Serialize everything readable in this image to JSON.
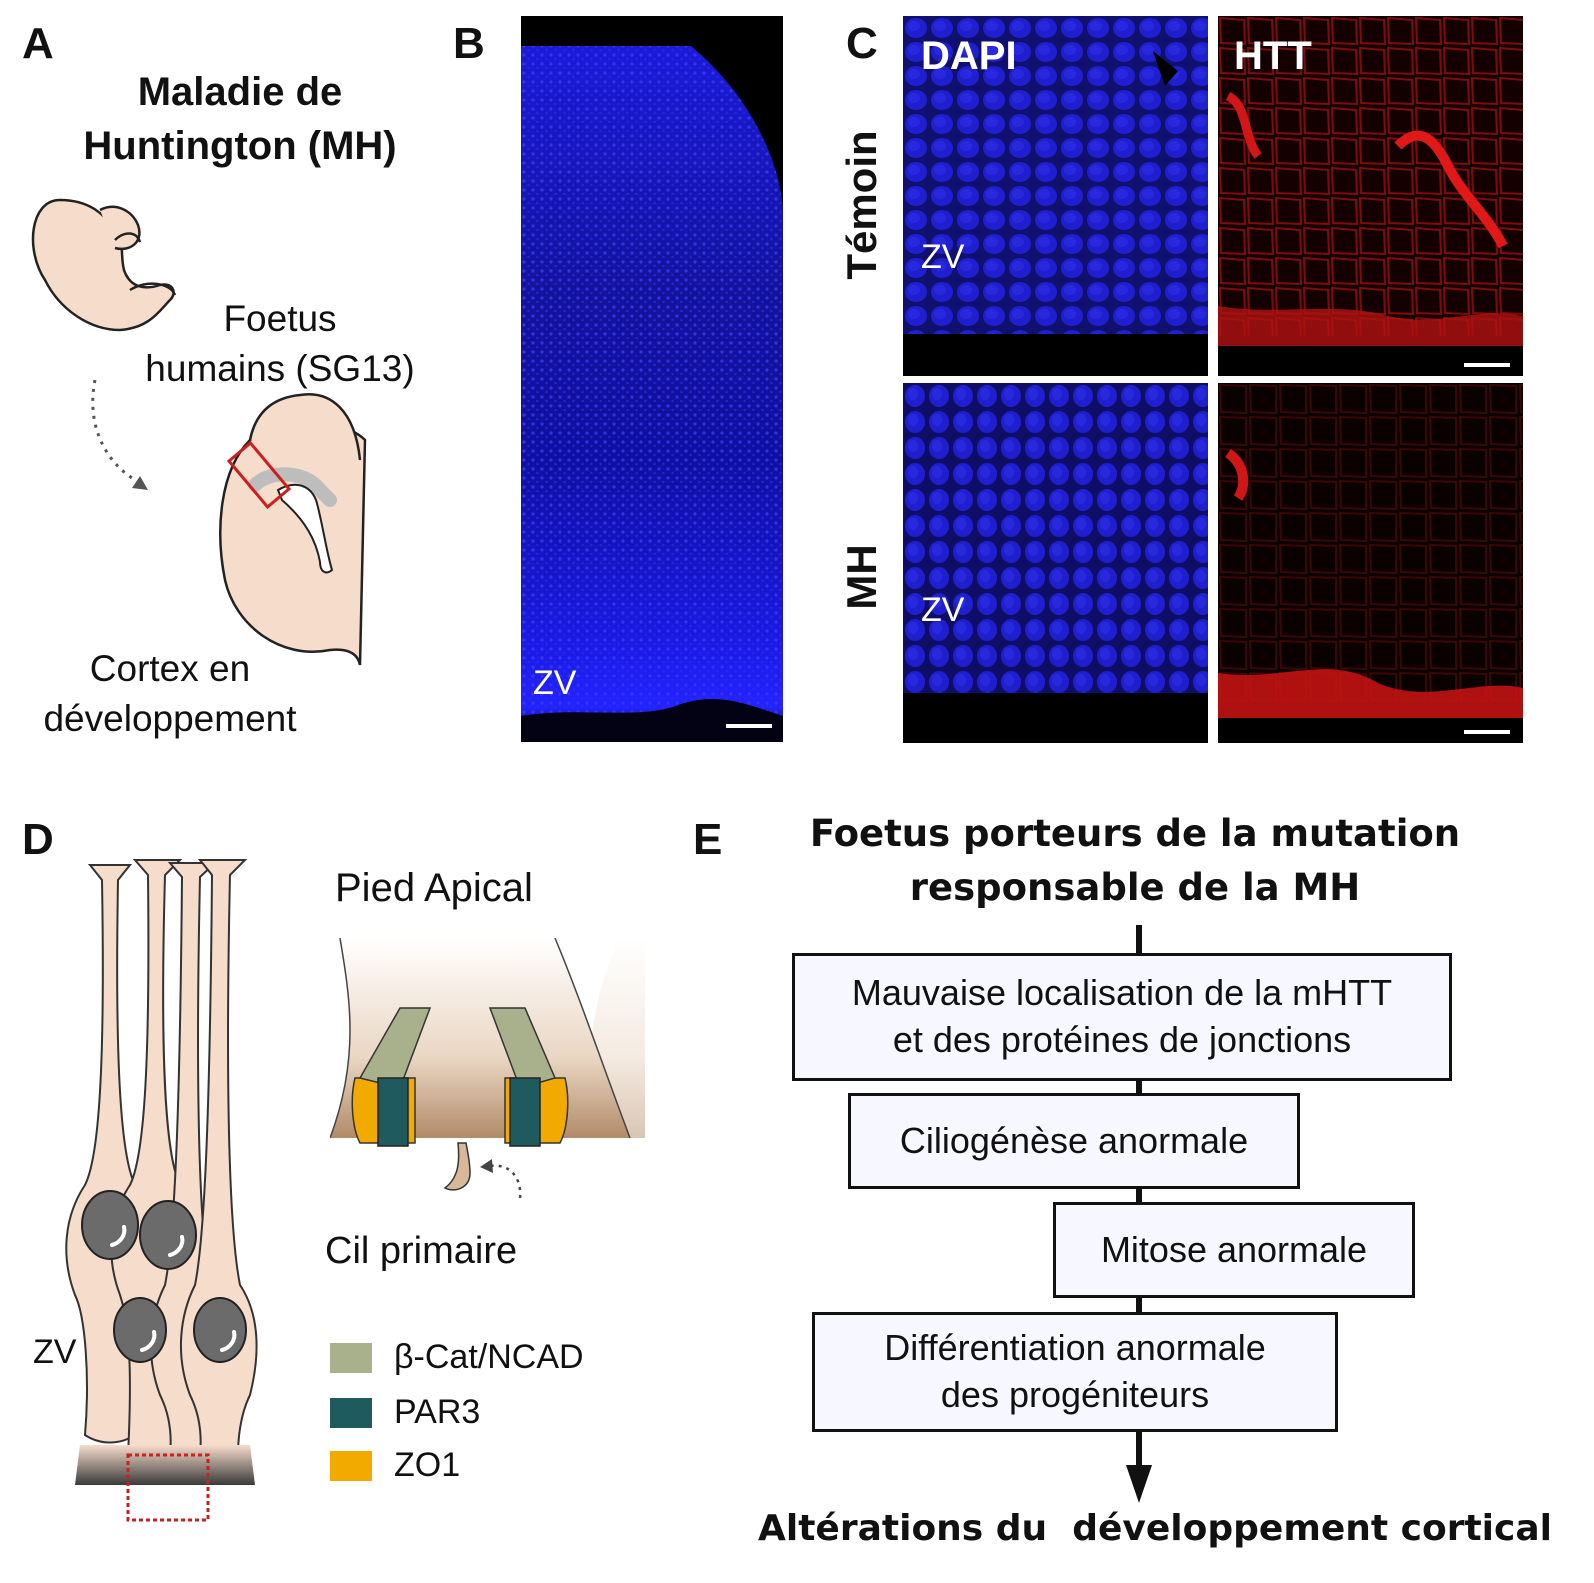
{
  "panels": {
    "a": "A",
    "b": "B",
    "c": "C",
    "d": "D",
    "e": "E"
  },
  "panel_a": {
    "title_line1": "Maladie de",
    "title_line2": "Huntington (MH)",
    "fetus_line1": "Foetus",
    "fetus_line2": "humains (SG13)",
    "cortex_line1": "Cortex en",
    "cortex_line2": "développement"
  },
  "panel_b": {
    "zone_label": "ZV"
  },
  "panel_c": {
    "col_dapi": "DAPI",
    "col_htt": "HTT",
    "row_control": "Témoin",
    "row_hd": "MH",
    "zone_label_top": "ZV",
    "zone_label_bottom": "ZV"
  },
  "panel_d": {
    "zone_label": "ZV",
    "apical_title": "Pied Apical",
    "cilium_label": "Cil primaire",
    "legend": [
      {
        "label": "β-Cat/NCAD",
        "color": "#a8b18c"
      },
      {
        "label": "PAR3",
        "color": "#1e5a5e"
      },
      {
        "label": "ZO1",
        "color": "#f2a900"
      }
    ]
  },
  "panel_e": {
    "title_line1": "Foetus porteurs de la mutation",
    "title_line2": "responsable de la MH",
    "steps": [
      {
        "line1": "Mauvaise localisation de la mHTT",
        "line2": "et des protéines de jonctions"
      },
      {
        "line1": "Ciliogénèse anormale",
        "line2": ""
      },
      {
        "line1": "Mitose anormale",
        "line2": ""
      },
      {
        "line1": "Différentiation anormale",
        "line2": "des progéniteurs"
      }
    ],
    "outcome": "Altérations du  développement cortical"
  },
  "colors": {
    "dapi_blue": "#1a1aff",
    "htt_red": "#e01010",
    "skin": "#f6dccb",
    "nucleus": "#6b6b6b",
    "highlight_red": "#cc1f1f"
  }
}
